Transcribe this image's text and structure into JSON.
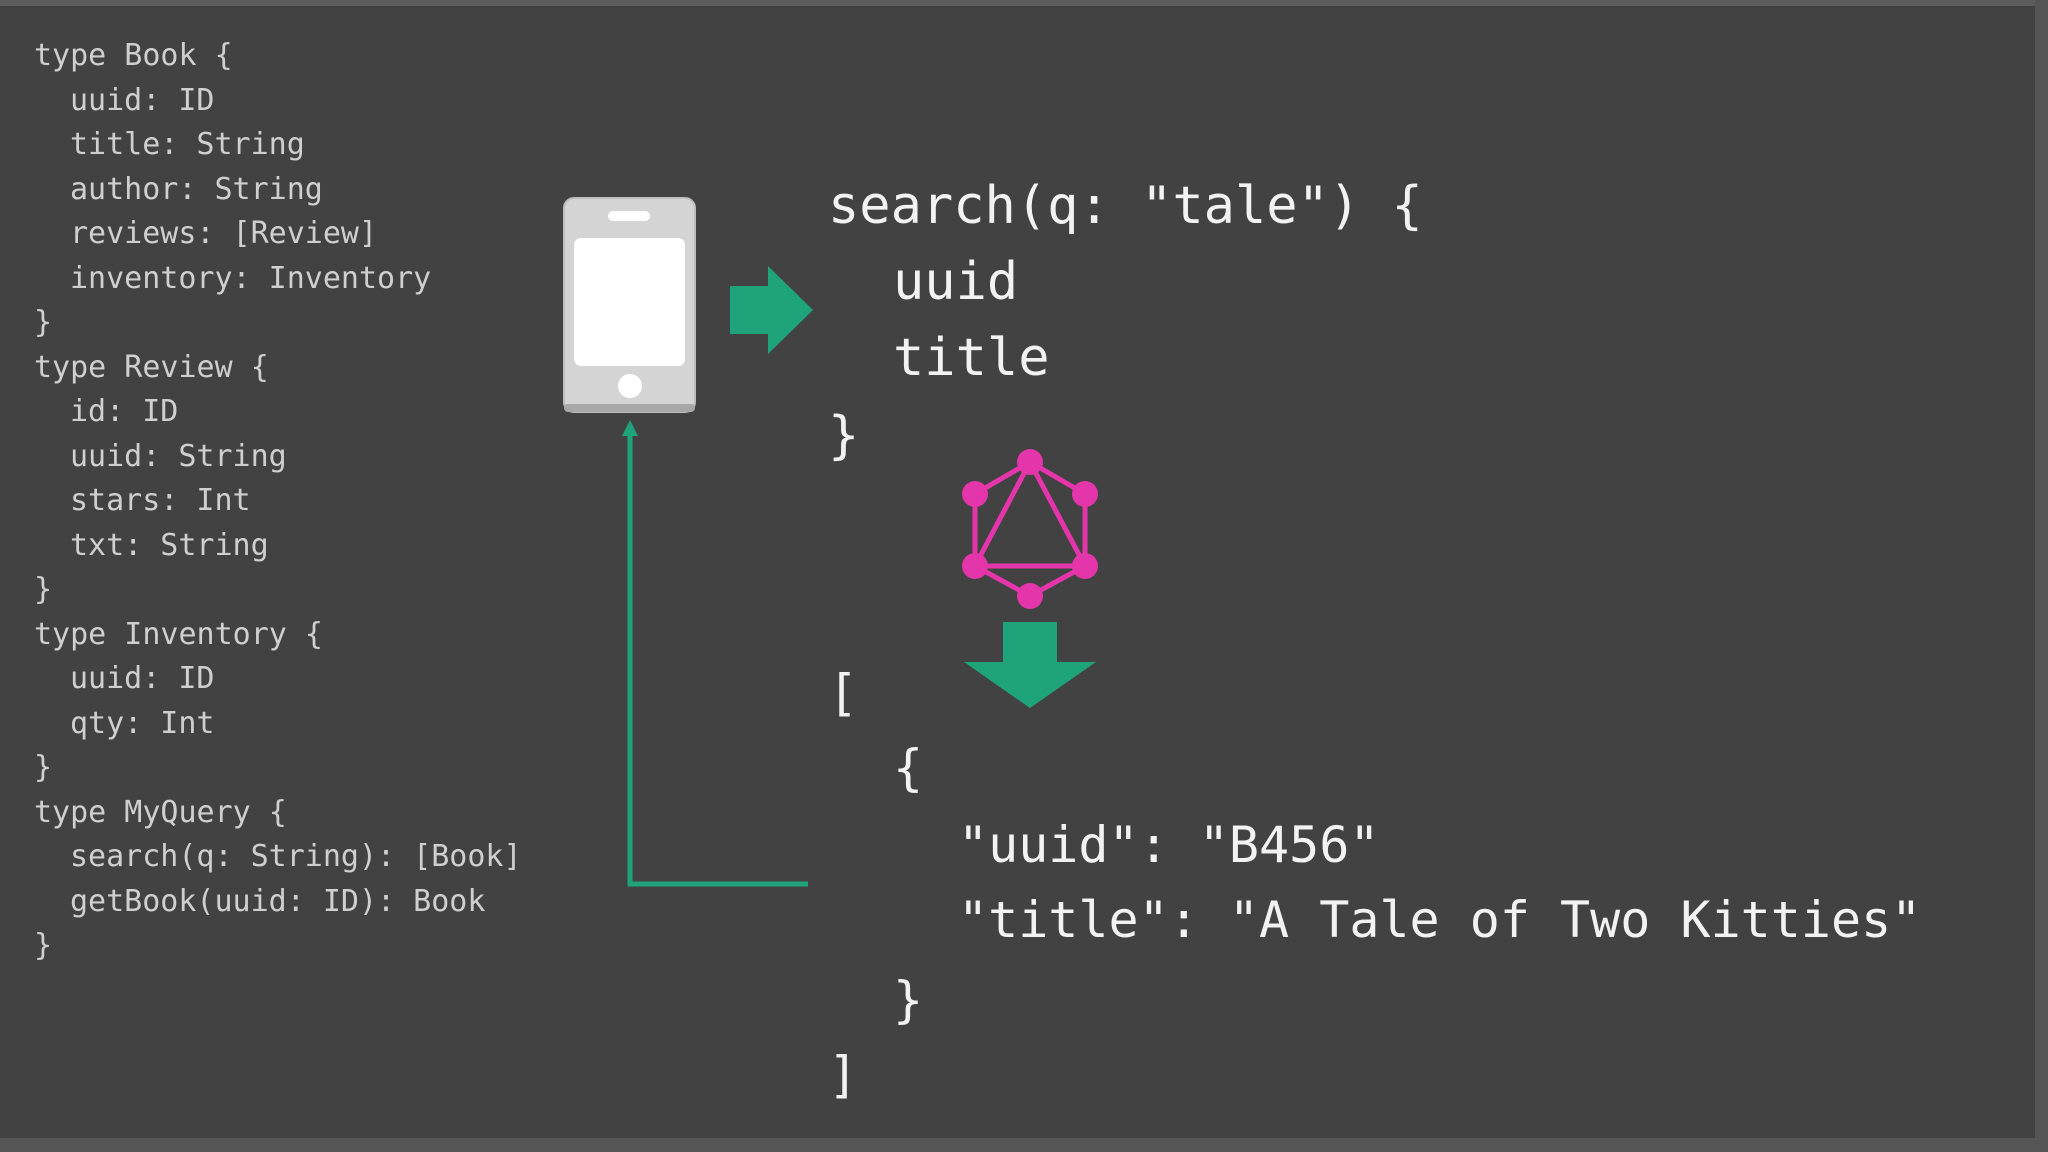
{
  "schema": {
    "lines": [
      "type Book {",
      "uuid: ID",
      "title: String",
      "author: String",
      "reviews: [Review]",
      "inventory: Inventory",
      "}",
      "type Review {",
      "id: ID",
      "uuid: String",
      "stars: Int",
      "txt: String",
      "}",
      "type Inventory {",
      "uuid: ID",
      "qty: Int",
      "}",
      "type MyQuery {",
      "search(q: String): [Book]",
      "getBook(uuid: ID): Book",
      "}"
    ]
  },
  "query": {
    "line1": "search(q: \"tale\") {",
    "line2": "uuid",
    "line3": "title",
    "line4": "}"
  },
  "result": {
    "open_bracket": "[",
    "open_brace": "{",
    "uuid_line": "\"uuid\": \"B456\"",
    "title_line": "\"title\": \"A Tale of Two Kitties\"",
    "close_brace": "}",
    "close_bracket": "]"
  },
  "colors": {
    "background": "#424242",
    "schema_text": "#cfcfcf",
    "code_text": "#f2f2f2",
    "arrow_green": "#1fa37a",
    "graphql_pink": "#e535ab",
    "phone": "#d4d4d4"
  },
  "icons": {
    "phone": "mobile-phone-icon",
    "graphql": "graphql-logo-icon",
    "request_arrow": "arrow-right-icon",
    "response_arrow": "arrow-down-icon"
  }
}
